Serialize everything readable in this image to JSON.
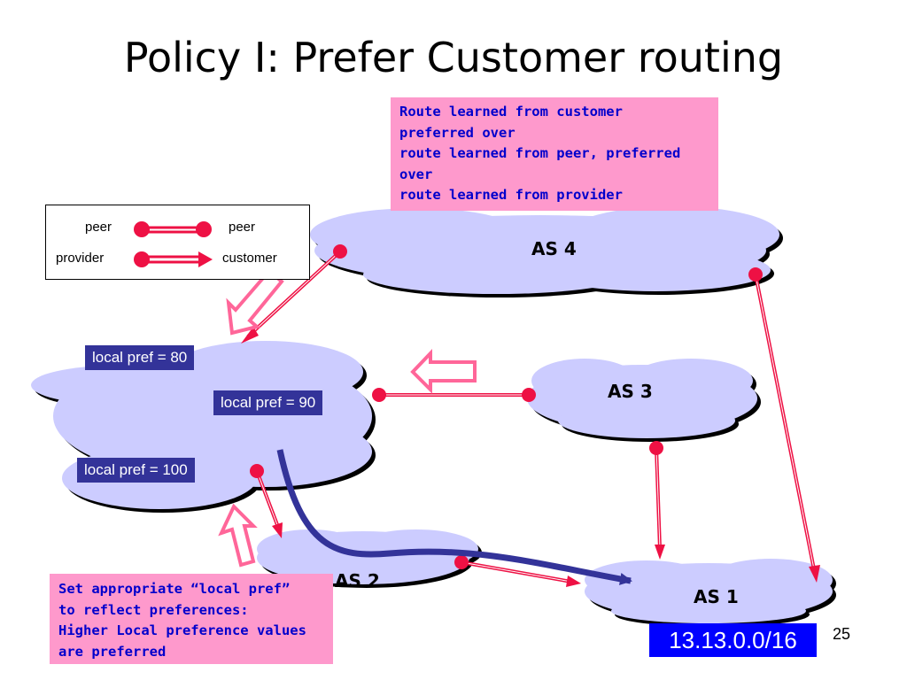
{
  "title": "Policy I: Prefer Customer routing",
  "slide_number": "25",
  "note_top": [
    "Route learned from customer",
    "preferred over",
    "route learned from peer, preferred",
    "over",
    "route learned from provider"
  ],
  "note_bottom": [
    "Set appropriate “local pref”",
    "to reflect preferences:",
    "Higher Local preference values",
    "are preferred"
  ],
  "legend": {
    "peer_left": "peer",
    "peer_right": "peer",
    "provider": "provider",
    "customer": "customer"
  },
  "nodes": {
    "as4": "AS 4",
    "as3": "AS 3",
    "as2": "AS 2",
    "as1": "AS 1"
  },
  "local_prefs": {
    "lp80": "local pref = 80",
    "lp90": "local pref = 90",
    "lp100": "local pref = 100"
  },
  "prefix": "13.13.0.0/16",
  "colors": {
    "cloud": "#ccccff",
    "link": "#ee1144",
    "path": "#333399",
    "hollow_arrow": "#ff6699",
    "note_bg": "#fe99cc",
    "note_text": "#0000cc",
    "prefix_bg": "#0000ff"
  }
}
